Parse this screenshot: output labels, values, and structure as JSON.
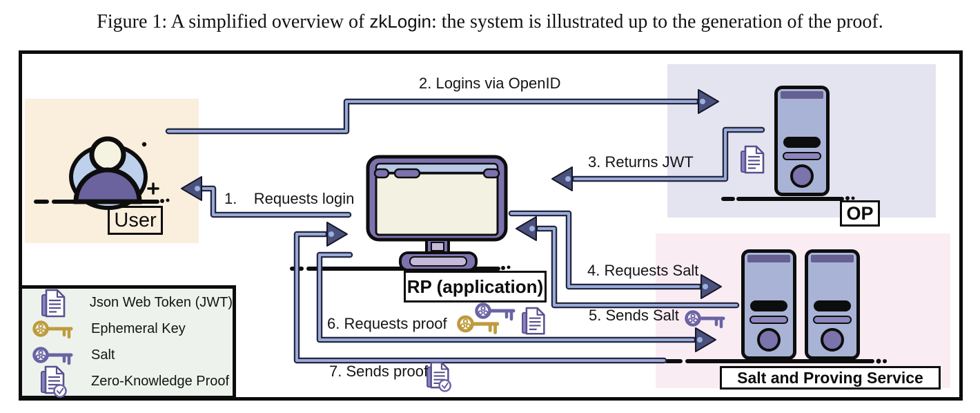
{
  "figure": {
    "title_prefix": "Figure 1: A simplified overview of ",
    "title_brand": "zkLogin",
    "title_suffix": ": the system is illustrated up to the generation of the proof."
  },
  "entities": {
    "user": {
      "label": "User"
    },
    "op": {
      "label": "OP"
    },
    "rp": {
      "label": "RP (application)"
    },
    "salt_service": {
      "label": "Salt and Proving Service"
    }
  },
  "steps": [
    {
      "label": "1.    Requests login"
    },
    {
      "label": "2. Logins via OpenID"
    },
    {
      "label": "3. Returns JWT"
    },
    {
      "label": "4. Requests Salt"
    },
    {
      "label": "5. Sends Salt",
      "icons": [
        "salt-key-icon"
      ]
    },
    {
      "label": "6. Requests proof",
      "icons": [
        "salt-key-icon",
        "ephemeral-key-icon",
        "jwt-document-icon"
      ]
    },
    {
      "label": "7. Sends proof",
      "icons": [
        "zkp-document-icon"
      ]
    }
  ],
  "legend": {
    "items": [
      {
        "icon": "jwt-document-icon",
        "label": "Json Web Token (JWT)"
      },
      {
        "icon": "ephemeral-key-icon",
        "label": "Ephemeral Key"
      },
      {
        "icon": "salt-key-icon",
        "label": "Salt"
      },
      {
        "icon": "zkp-document-icon",
        "label": "Zero-Knowledge Proof"
      }
    ]
  },
  "colors": {
    "user_panel": "#faeedd",
    "op_panel": "#e4e3f0",
    "salt_panel": "#f9edf3",
    "legend_panel": "#edf3ec",
    "arrow_core": "#9aaad8",
    "arrow_outline": "#23273f",
    "arrow_head": "#4a517c",
    "purple_main": "#7b73ac",
    "server_body": "#a9b3d6",
    "person_hood": "#bdd0ec",
    "screen_cream": "#f2f1e2",
    "ephemeral_key_gold": "#bf9b3e",
    "salt_key_purple": "#6a63a4",
    "document_purple": "#57508f"
  }
}
